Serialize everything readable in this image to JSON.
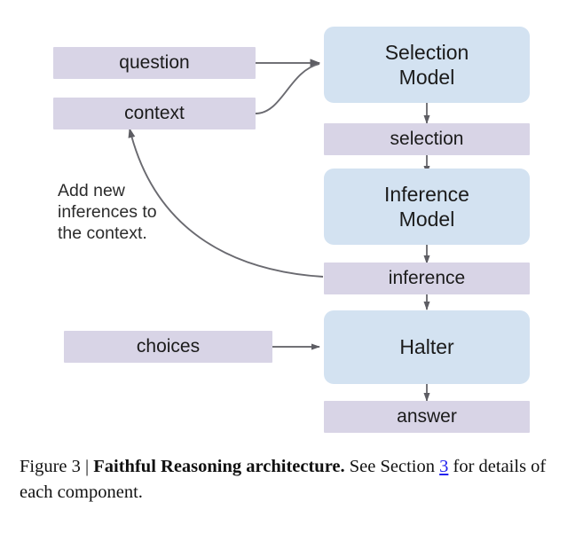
{
  "figure": {
    "nodes": [
      {
        "id": "question",
        "label": "question",
        "kind": "data"
      },
      {
        "id": "context",
        "label": "context",
        "kind": "data"
      },
      {
        "id": "selection-model",
        "label": "Selection\nModel",
        "kind": "model"
      },
      {
        "id": "selection",
        "label": "selection",
        "kind": "data"
      },
      {
        "id": "inference-model",
        "label": "Inference\nModel",
        "kind": "model"
      },
      {
        "id": "inference",
        "label": "inference",
        "kind": "data"
      },
      {
        "id": "choices",
        "label": "choices",
        "kind": "data"
      },
      {
        "id": "halter",
        "label": "Halter",
        "kind": "model"
      },
      {
        "id": "answer",
        "label": "answer",
        "kind": "data"
      }
    ],
    "annotation": "Add new\ninferences to\nthe context.",
    "edges": [
      {
        "from": "question",
        "to": "selection-model"
      },
      {
        "from": "context",
        "to": "selection-model"
      },
      {
        "from": "selection-model",
        "to": "selection"
      },
      {
        "from": "selection",
        "to": "inference-model"
      },
      {
        "from": "inference-model",
        "to": "inference"
      },
      {
        "from": "inference",
        "to": "context"
      },
      {
        "from": "choices",
        "to": "halter"
      },
      {
        "from": "inference",
        "to": "halter"
      },
      {
        "from": "halter",
        "to": "answer"
      }
    ],
    "colors": {
      "data_fill": "#d8d4e6",
      "model_fill": "#d3e2f1",
      "edge_stroke": "#5d5d63",
      "text": "#1b1b1b"
    }
  },
  "caption": {
    "figure_number": "Figure 3",
    "separator": "|",
    "title": "Faithful Reasoning architecture.",
    "body_before_link": " See Section ",
    "link_text": "3",
    "body_after_link": " for details of each component."
  }
}
